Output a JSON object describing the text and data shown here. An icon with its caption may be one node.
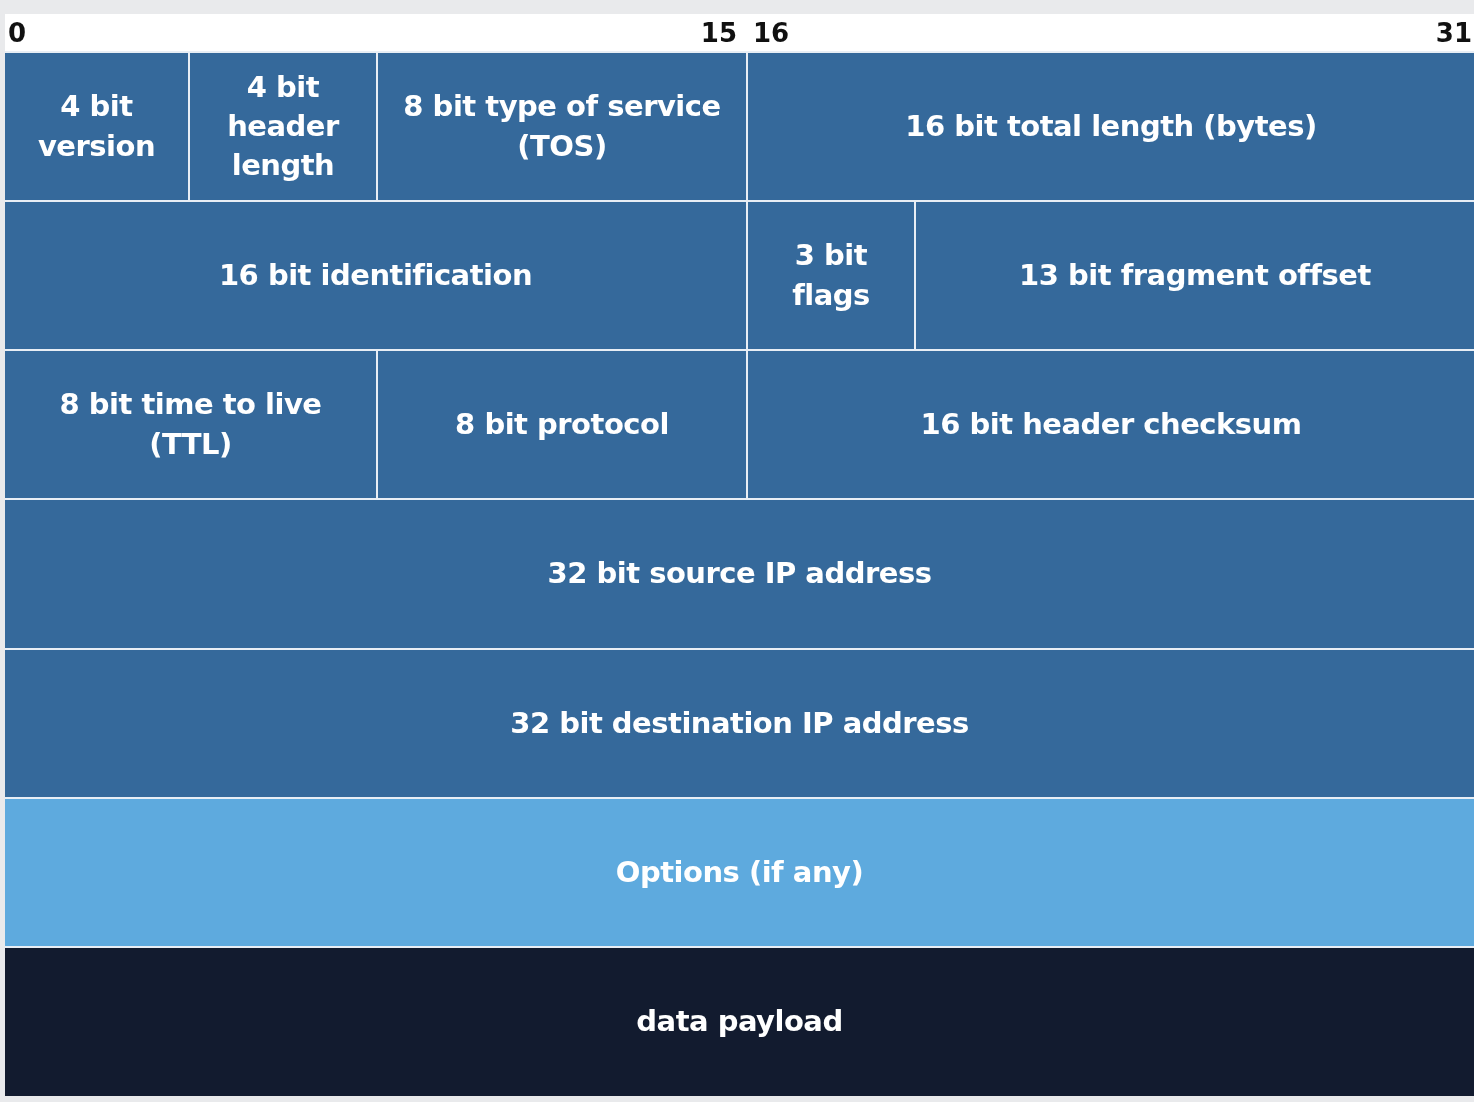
{
  "diagram": {
    "nodes": [
      {
        "text": [
          "4 bit version"
        ]
      },
      {
        "text": [
          "4 bit header length"
        ]
      },
      {
        "text": [
          "8 bit type of service (TOS)"
        ]
      },
      {
        "text": [
          "16 bit total length (bytes)"
        ]
      },
      {
        "text": [
          "16 bit identification"
        ]
      },
      {
        "text": [
          "3 bit flags"
        ]
      },
      {
        "text": [
          "13 bit fragment offset"
        ]
      },
      {
        "text": [
          "8 bit time to live (TTL)"
        ]
      },
      {
        "text": [
          "8 bit protocol"
        ]
      },
      {
        "text": [
          "16 bit header checksum"
        ]
      },
      {
        "text": [
          "32 bit source IP address"
        ]
      },
      {
        "text": [
          "32 bit destination IP address"
        ]
      },
      {
        "text": [
          "Options (if any)"
        ]
      },
      {
        "text": [
          "data payload"
        ]
      }
    ],
    "labels": [
      "0",
      "15",
      "16",
      "31"
    ]
  }
}
